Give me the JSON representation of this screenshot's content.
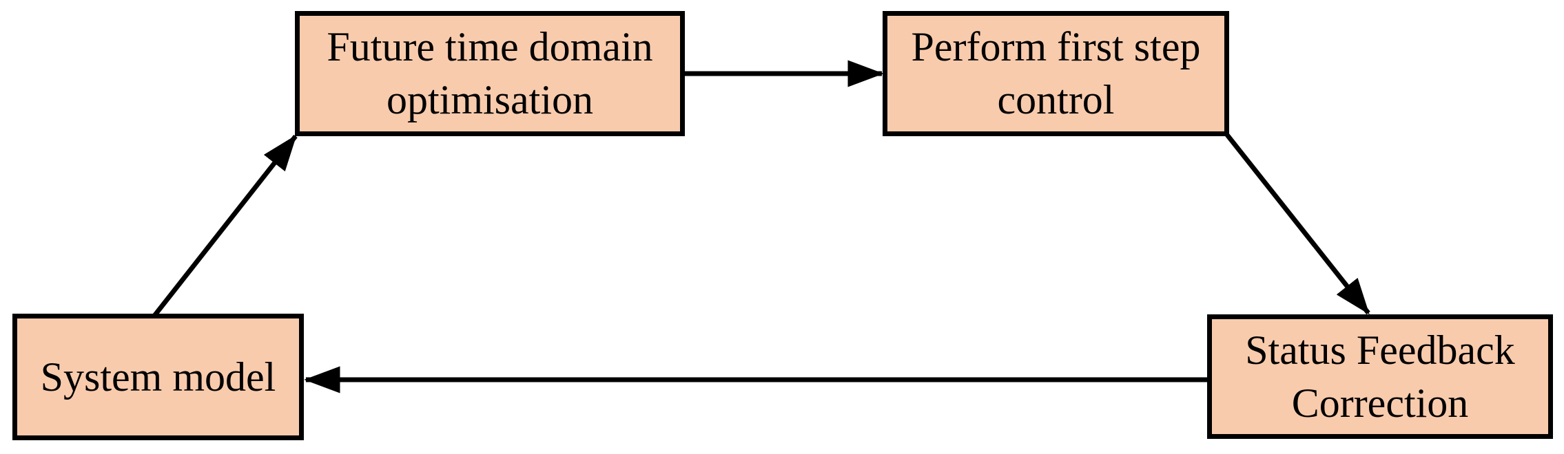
{
  "diagram": {
    "background": "#FFFFFF",
    "node_fill": "#F8CBAD",
    "node_border_color": "#000000",
    "arrow_color": "#000000",
    "nodes": [
      {
        "id": "future-optimisation",
        "label": "Future time domain\noptimisation"
      },
      {
        "id": "first-step-control",
        "label": "Perform first step\ncontrol"
      },
      {
        "id": "status-feedback",
        "label": "Status Feedback\nCorrection"
      },
      {
        "id": "system-model",
        "label": "System model"
      }
    ],
    "connections": [
      {
        "from": "system-model",
        "to": "future-optimisation"
      },
      {
        "from": "future-optimisation",
        "to": "first-step-control"
      },
      {
        "from": "first-step-control",
        "to": "status-feedback"
      },
      {
        "from": "status-feedback",
        "to": "system-model"
      }
    ]
  }
}
